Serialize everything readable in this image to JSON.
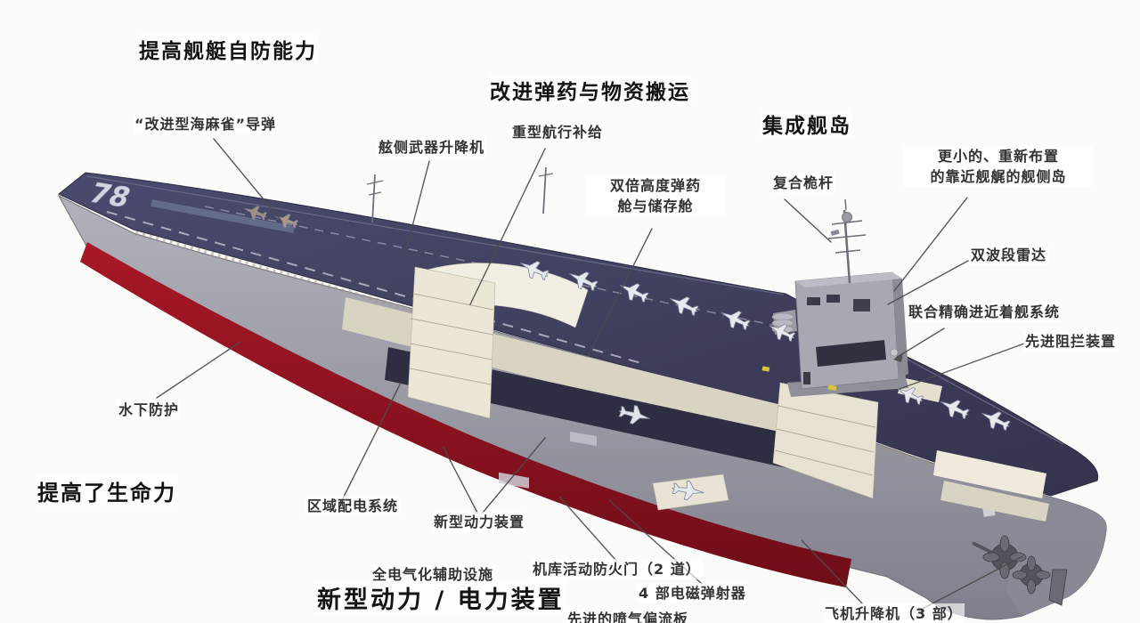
{
  "page": {
    "background": "#fbfbf9"
  },
  "ship": {
    "hull_number": "78"
  },
  "colors": {
    "deck_navy": "#40405f",
    "hull_gray": "#9c9ca7",
    "hull_red": "#8e1220",
    "interior_cream": "#e8e2d2",
    "leader_line": "#4b4b4b",
    "text": "#323232"
  },
  "section_titles": {
    "self_defense": "提高舰艇自防能力",
    "ammo_handling": "改进弹药与物资搬运",
    "integrated_island": "集成舰岛",
    "survivability": "提高了生命力",
    "power": "新型动力 / 电力装置"
  },
  "callouts": {
    "essm": "“改进型海麻雀”导弹",
    "side_weapons_elevator": "舷侧武器升降机",
    "heavy_unrep": "重型航行补给",
    "magazine_line1": "双倍高度弹药",
    "magazine_line2": "舱与储存舱",
    "composite_mast": "复合桅杆",
    "island_line1": "更小的、重新布置",
    "island_line2": "的靠近舰艉的舰侧岛",
    "dual_band_radar": "双波段雷达",
    "jpals": "联合精确进近着舰系统",
    "arresting_gear": "先进阻拦装置",
    "underwater_protection": "水下防护",
    "zonal_power": "区域配电系统",
    "new_propulsion": "新型动力装置",
    "all_electric_aux": "全电气化辅助设施",
    "hangar_fire_doors": "机库活动防火门（2 道）",
    "em_catapults": "4 部电磁弹射器",
    "jet_blast_deflector": "先进的喷气偏流板",
    "aircraft_elevators": "飞机升降机（3 部）"
  }
}
